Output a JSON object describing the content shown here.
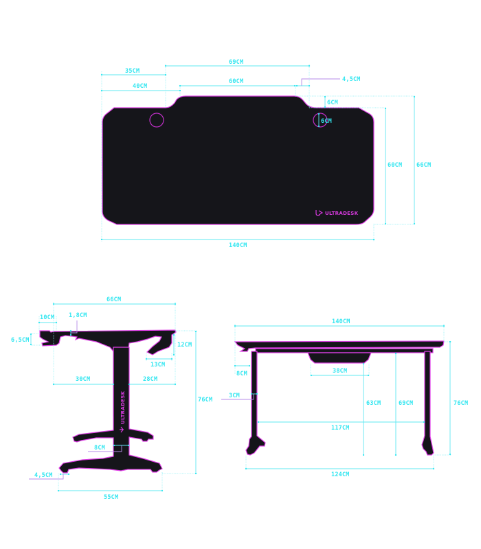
{
  "brand": {
    "name": "ULTRADESK",
    "logo_icon": "ultradesk-u-arrow-logo",
    "accent_color": "#e040e8",
    "dimension_color": "#33e6f0",
    "leader_color": "#b48be8",
    "desk_color": "#15151a"
  },
  "top_view": {
    "title": "top view",
    "labels": {
      "width_total": "140CM",
      "left_to_notch": "35CM",
      "left_to_raised": "40CM",
      "notch_span": "69CM",
      "raised_span": "60CM",
      "bevel": "4,5CM",
      "raised_height": "6CM",
      "hole_diameter": "6CM",
      "depth_main": "60CM",
      "depth_total": "66CM"
    }
  },
  "side_view": {
    "title": "side view",
    "labels": {
      "depth_total": "66CM",
      "hook_width": "10CM",
      "top_thickness": "1,8CM",
      "hook_height": "6,5CM",
      "holder_height": "12CM",
      "holder_width": "13CM",
      "front_to_column": "30CM",
      "column_to_back": "28CM",
      "height_total": "76CM",
      "column_width": "8CM",
      "foot_height": "4,5CM",
      "base_width": "55CM"
    }
  },
  "front_view": {
    "title": "front view",
    "labels": {
      "width_total": "140CM",
      "overhang": "8CM",
      "tray_width": "38CM",
      "leg_thickness": "3CM",
      "under_tray_height": "63CM",
      "under_frame_height": "69CM",
      "height_total": "76CM",
      "inner_leg_span": "117CM",
      "outer_feet_span": "124CM"
    }
  }
}
